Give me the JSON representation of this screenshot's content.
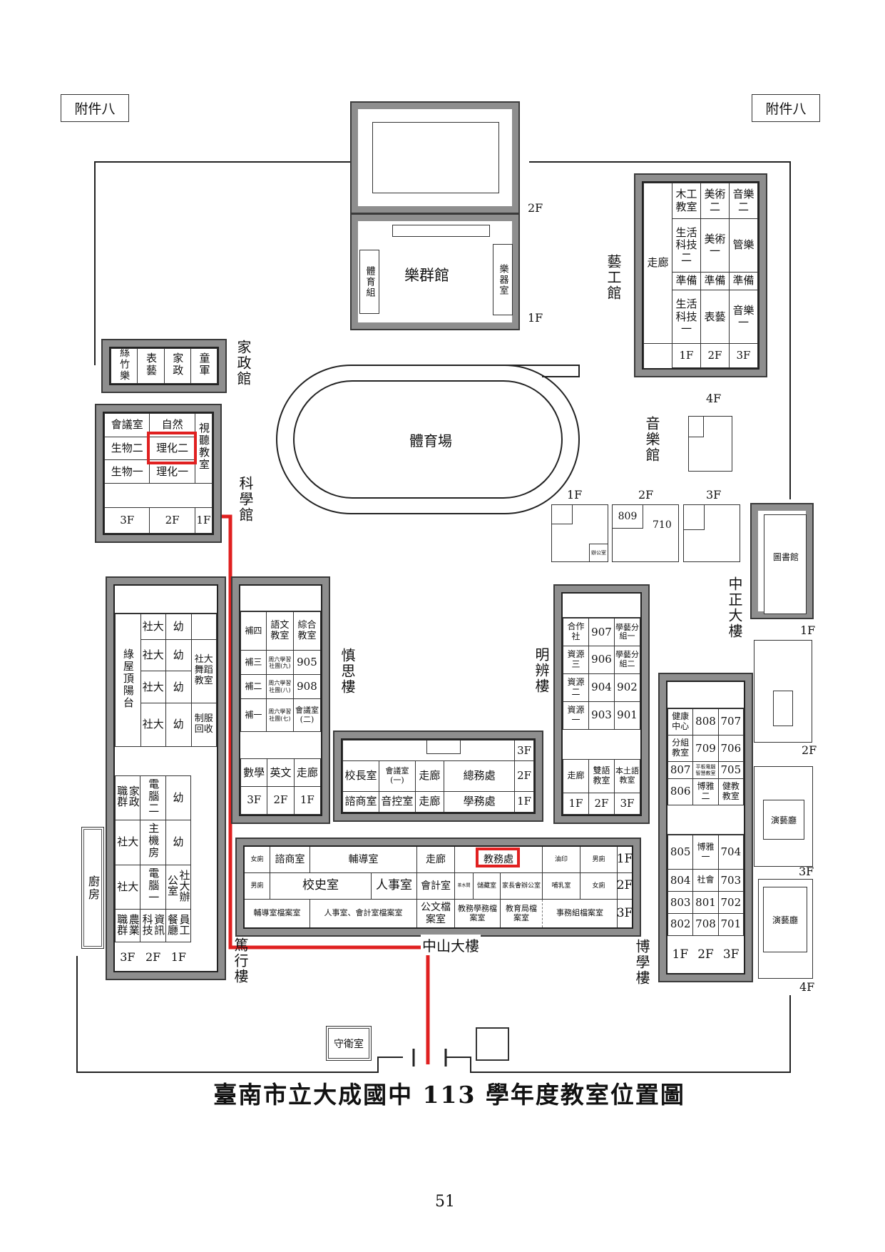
{
  "attachment_left": "附件八",
  "attachment_right": "附件八",
  "title": "臺南市立大成國中 113 學年度教室位置圖",
  "page_number": "51",
  "highlight_color": "#e02020",
  "lequn": {
    "name": "樂群館",
    "floor_2f": "2F",
    "floor_1f": "1F",
    "left_room": "體育組",
    "right_room": "樂器室"
  },
  "yigong": {
    "name": "藝工館",
    "corridor": "走廊",
    "rows": [
      [
        "木工教室",
        "美術二",
        "音樂二"
      ],
      [
        "生活科技二",
        "美術一",
        "管樂"
      ],
      [
        "準備",
        "準備",
        "準備"
      ],
      [
        "生活科技一",
        "表藝",
        "音樂一"
      ]
    ],
    "floors": [
      "1F",
      "2F",
      "3F"
    ]
  },
  "jiazheng": {
    "name": "家政館",
    "rooms": [
      "絲竹樂",
      "表藝",
      "家政",
      "童軍"
    ]
  },
  "science": {
    "name": "科學館",
    "rows": [
      [
        "會議室",
        "自然"
      ],
      [
        "生物二",
        "理化二"
      ],
      [
        "生物一",
        "理化一"
      ]
    ],
    "side": "視聽教室",
    "floors": [
      "3F",
      "2F",
      "1F"
    ]
  },
  "stadium": "體育場",
  "music": {
    "name": "音樂館",
    "floors": [
      "1F",
      "2F",
      "3F",
      "4F"
    ],
    "office": "辦公室",
    "room_809": "809",
    "room_710": "710"
  },
  "library": {
    "name": "圖書館",
    "building": "中正大樓"
  },
  "zhongzheng_floors": [
    "1F",
    "2F",
    "3F",
    "4F"
  ],
  "theater": [
    "演藝廳",
    "演藝廳"
  ],
  "duxing": {
    "name": "篤行樓",
    "rooftop": "綠屋頂陽台",
    "upper": [
      [
        "社大",
        "幼",
        ""
      ],
      [
        "社大",
        "幼",
        "社大舞蹈教室"
      ],
      [
        "社大",
        "幼"
      ],
      [
        "社大",
        "幼",
        "制服回收"
      ]
    ],
    "lower": [
      [
        "家政職群",
        "電腦二",
        "幼"
      ],
      [
        "社大",
        "主機房",
        "幼"
      ],
      [
        "社大",
        "電腦一",
        "社大辦公室"
      ],
      [
        "農業職群",
        "資訊科技",
        "員工餐廳"
      ]
    ],
    "floors": [
      "3F",
      "2F",
      "1F"
    ]
  },
  "kitchen": "廚房",
  "shensi": {
    "name": "慎思樓",
    "rows": [
      [
        "補四",
        "語文教室",
        "綜合教室"
      ],
      [
        "補三",
        "周六學習社團(九)",
        "905"
      ],
      [
        "補二",
        "周六學習社團(八)",
        "908"
      ],
      [
        "補一",
        "周六學習社團(七)",
        "會議室(二)"
      ]
    ],
    "bottom": [
      "數學",
      "英文",
      "走廊"
    ],
    "floors": [
      "3F",
      "2F",
      "1F"
    ]
  },
  "admin": {
    "floor3": "3F",
    "floor2": [
      "校長室",
      "會議室(一)",
      "走廊",
      "總務處",
      "2F"
    ],
    "floor1": [
      "諮商室",
      "音控室",
      "走廊",
      "學務處",
      "1F"
    ]
  },
  "mingbian": {
    "name": "明辨樓",
    "rows": [
      [
        "合作社",
        "907",
        "學藝分組一"
      ],
      [
        "資源三",
        "906",
        "學藝分組二"
      ],
      [
        "資源二",
        "904",
        "902"
      ],
      [
        "資源一",
        "903",
        "901"
      ]
    ],
    "bottom": [
      "走廊",
      "雙語教室",
      "本土語教室"
    ],
    "floors": [
      "1F",
      "2F",
      "3F"
    ]
  },
  "boxue": {
    "name": "博學樓",
    "upper": [
      [
        "健康中心",
        "808",
        "707"
      ],
      [
        "分組教室",
        "709",
        "706"
      ],
      [
        "807",
        "平板電腦智慧教室",
        "705"
      ],
      [
        "806",
        "博雅二",
        "健教教室"
      ]
    ],
    "lower": [
      [
        "805",
        "博雅一",
        "704"
      ],
      [
        "804",
        "社會",
        "703"
      ],
      [
        "803",
        "801",
        "702"
      ],
      [
        "802",
        "708",
        "701"
      ]
    ],
    "floors": [
      "1F",
      "2F",
      "3F"
    ]
  },
  "zhongshan": {
    "name": "中山大樓",
    "floor1": [
      "女廁",
      "諮商室",
      "輔導室",
      "走廊",
      "教務處",
      "油印",
      "男廁",
      "1F"
    ],
    "floor2": [
      "男廁",
      "校史室",
      "人事室",
      "會計室",
      "茶水間",
      "儲藏室",
      "家長會辦公室",
      "哺乳室",
      "女廁",
      "2F"
    ],
    "floor3": [
      "輔導室檔案室",
      "人事室、會計室檔案室",
      "公文檔案室",
      "教務學務檔案室",
      "教育局檔案室",
      "事務組檔案室",
      "3F"
    ]
  },
  "guard": "守衛室"
}
